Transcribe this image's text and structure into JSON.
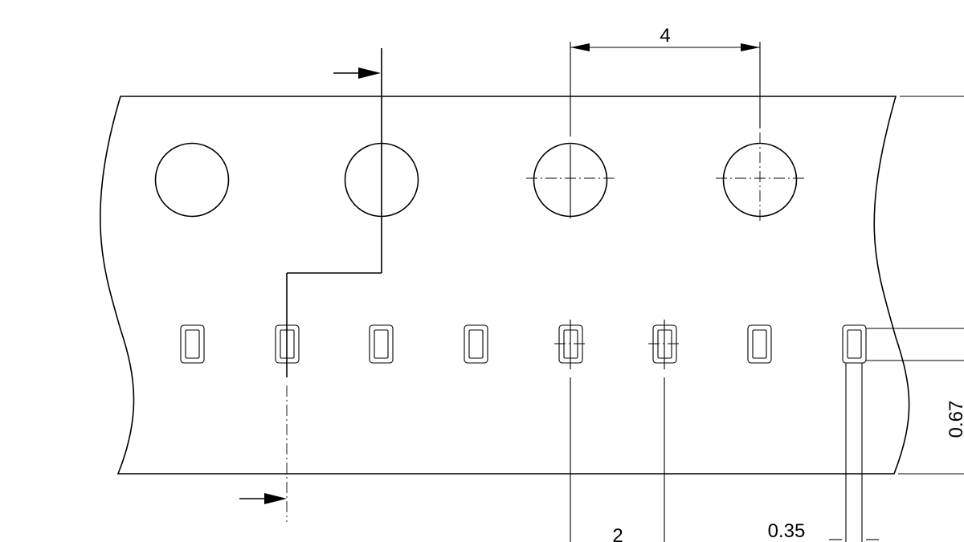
{
  "drawing": {
    "dimensions": {
      "sprocket_pitch": "4",
      "pocket_pitch": "2",
      "pocket_width": "0.35",
      "pocket_length": "0.67"
    }
  }
}
